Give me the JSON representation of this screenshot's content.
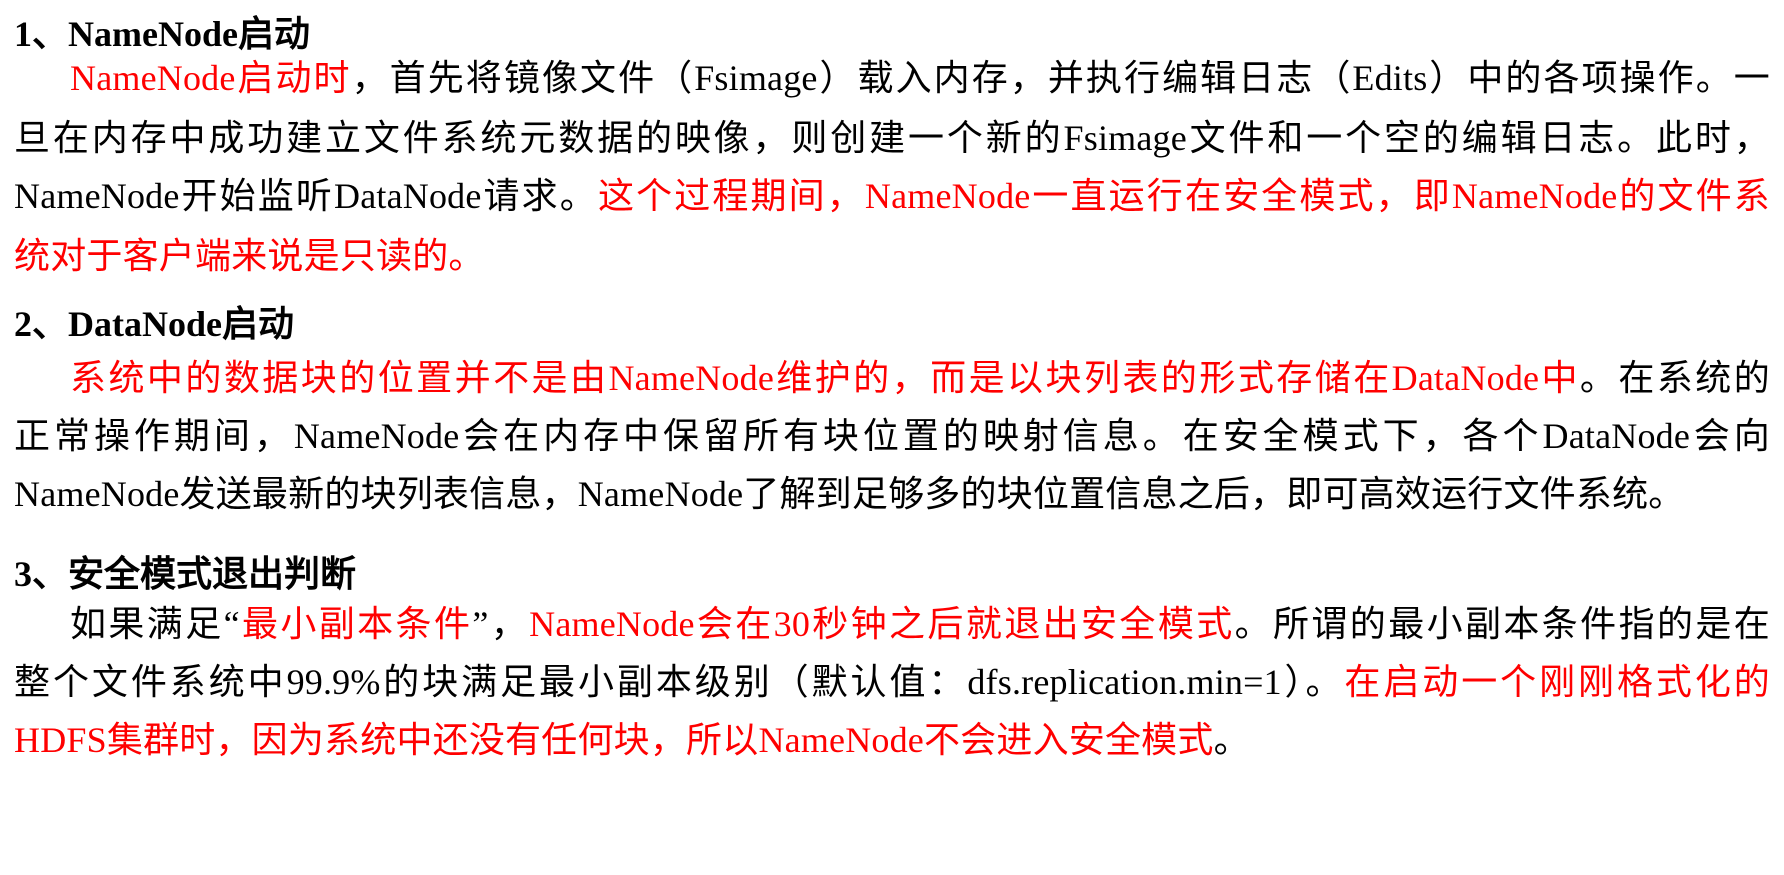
{
  "colors": {
    "text": "#000000",
    "highlight": "#ff0000",
    "background": "#ffffff"
  },
  "sections": [
    {
      "heading": "1、NameNode启动",
      "lines": [
        [
          {
            "t": "NameNode启动时",
            "c": "red"
          },
          {
            "t": "，首先将镜像文件（Fsimage）载入内存，并执行编辑日志（Edits）中的各项操作。一",
            "c": "black"
          }
        ],
        [
          {
            "t": "旦在内存中成功建立文件系统元数据的映像，则创建一个新的Fsimage文件和一个空的编辑日志。此时，",
            "c": "black"
          }
        ],
        [
          {
            "t": "NameNode开始监听DataNode请求。",
            "c": "black"
          },
          {
            "t": "这个过程期间，NameNode一直运行在安全模式，即NameNode的文件系",
            "c": "red"
          }
        ],
        [
          {
            "t": "统对于客户端来说是只读的。",
            "c": "red"
          }
        ]
      ]
    },
    {
      "heading": "2、DataNode启动",
      "lines": [
        [
          {
            "t": "系统中的数据块的位置并不是由NameNode维护的，而是以块列表的形式存储在DataNode中",
            "c": "red"
          },
          {
            "t": "。在系统的",
            "c": "black"
          }
        ],
        [
          {
            "t": "正常操作期间，NameNode会在内存中保留所有块位置的映射信息。在安全模式下，各个DataNode会向",
            "c": "black"
          }
        ],
        [
          {
            "t": "NameNode发送最新的块列表信息，NameNode了解到足够多的块位置信息之后，即可高效运行文件系统。",
            "c": "black"
          }
        ]
      ]
    },
    {
      "heading": "3、安全模式退出判断",
      "lines": [
        [
          {
            "t": "如果满足“",
            "c": "black"
          },
          {
            "t": "最小副本条件",
            "c": "red"
          },
          {
            "t": "”，",
            "c": "black"
          },
          {
            "t": "NameNode会在30秒钟之后就退出安全模式",
            "c": "red"
          },
          {
            "t": "。所谓的最小副本条件指的是在",
            "c": "black"
          }
        ],
        [
          {
            "t": "整个文件系统中99.9%的块满足最小副本级别（默认值：dfs.replication.min=1）。",
            "c": "black"
          },
          {
            "t": "在启动一个刚刚格式化的",
            "c": "red"
          }
        ],
        [
          {
            "t": "HDFS集群时，因为系统中还没有任何块，所以NameNode不会进入安全模式",
            "c": "red"
          },
          {
            "t": "。",
            "c": "black"
          }
        ]
      ]
    }
  ]
}
